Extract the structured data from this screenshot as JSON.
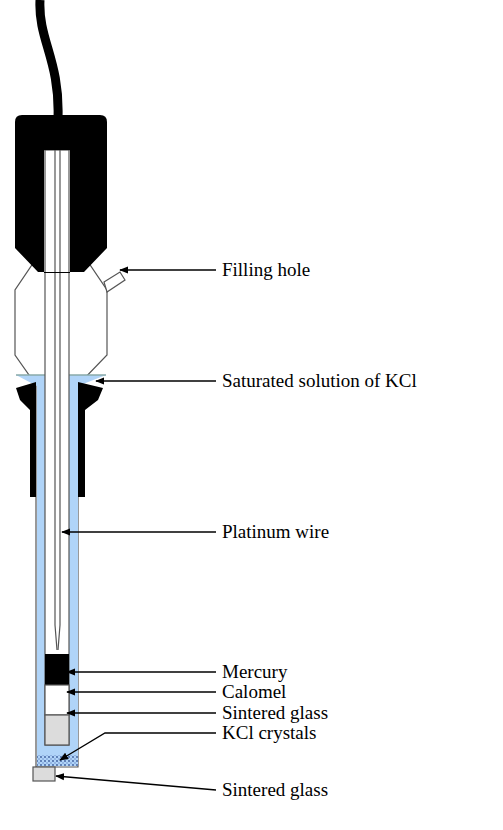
{
  "diagram": {
    "labels": [
      "Filling hole",
      "Saturated solution of KCl",
      "Platinum wire",
      "Mercury",
      "Calomel",
      "Sintered glass",
      "KCl crystals",
      "Sintered glass"
    ]
  }
}
